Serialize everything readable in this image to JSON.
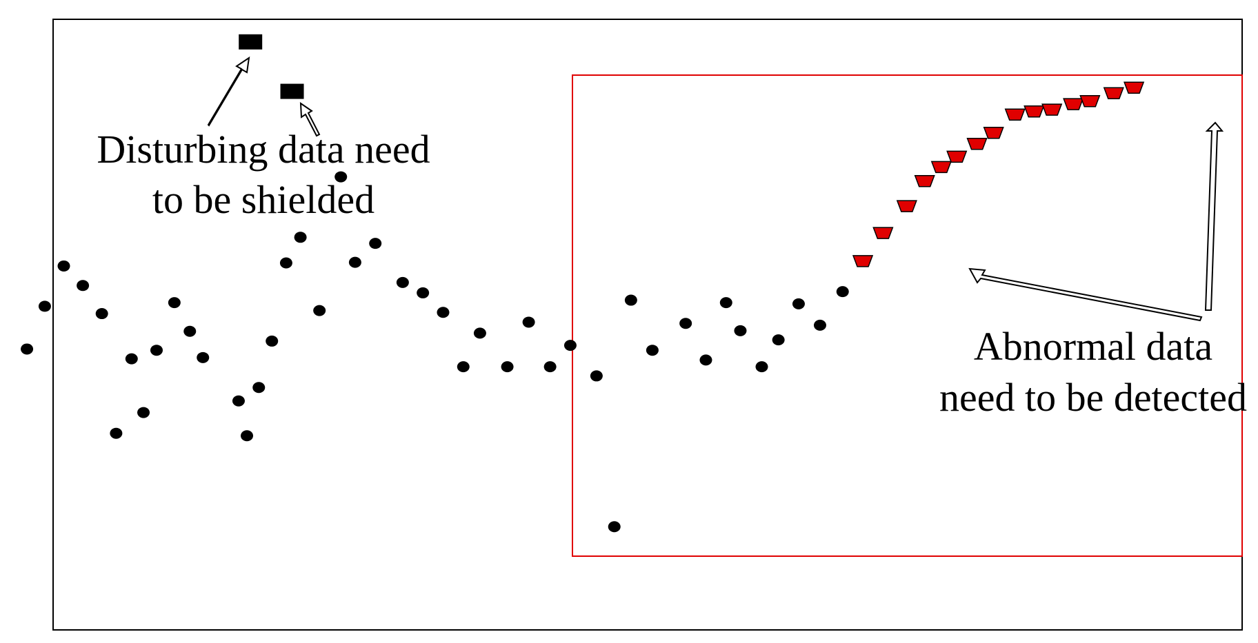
{
  "chart_data": {
    "type": "scatter",
    "title": "",
    "xlabel": "",
    "ylabel": "",
    "xlim": [
      0,
      100
    ],
    "ylim": [
      0,
      100
    ],
    "grid": false,
    "colors": {
      "normal": "#000000",
      "disturbing": "#000000",
      "abnormal": "#e00000",
      "region": "#e00000",
      "arrow_fill": "#ffffff"
    },
    "series": [
      {
        "marker": "circle",
        "points": [
          [
            -2.2,
            46
          ],
          [
            -0.7,
            53
          ],
          [
            0.9,
            59.6
          ],
          [
            2.5,
            56.4
          ],
          [
            4.1,
            51.8
          ],
          [
            5.3,
            32.2
          ],
          [
            6.6,
            44.4
          ],
          [
            7.6,
            35.6
          ],
          [
            8.7,
            45.8
          ],
          [
            10.2,
            53.6
          ],
          [
            11.5,
            48.9
          ],
          [
            12.6,
            44.6
          ],
          [
            15.6,
            37.5
          ],
          [
            16.3,
            31.8
          ],
          [
            17.3,
            39.7
          ],
          [
            18.4,
            47.3
          ],
          [
            19.6,
            60.1
          ],
          [
            20.8,
            64.3
          ],
          [
            22.4,
            52.3
          ],
          [
            24.2,
            74.2
          ],
          [
            25.4,
            60.2
          ],
          [
            27.1,
            63.3
          ],
          [
            29.4,
            56.9
          ],
          [
            31.1,
            55.2
          ],
          [
            32.8,
            52
          ],
          [
            34.5,
            43.1
          ],
          [
            35.9,
            48.6
          ],
          [
            38.2,
            43.1
          ],
          [
            40,
            50.4
          ],
          [
            41.8,
            43.1
          ],
          [
            43.5,
            46.6
          ],
          [
            45.7,
            41.6
          ],
          [
            47.2,
            16.9
          ],
          [
            48.6,
            54
          ],
          [
            50.4,
            45.8
          ],
          [
            53.2,
            50.2
          ],
          [
            54.9,
            44.2
          ],
          [
            56.6,
            53.6
          ],
          [
            57.8,
            49
          ],
          [
            59.6,
            43.1
          ],
          [
            61,
            47.5
          ],
          [
            62.7,
            53.4
          ],
          [
            64.5,
            49.9
          ],
          [
            66.4,
            55.4
          ]
        ]
      },
      {
        "marker": "rect",
        "points": [
          [
            16.6,
            96.3
          ],
          [
            20.1,
            88.2
          ]
        ]
      },
      {
        "marker": "trapezoid",
        "points": [
          [
            68.1,
            60.4
          ],
          [
            69.8,
            65
          ],
          [
            71.8,
            69.4
          ],
          [
            73.3,
            73.5
          ],
          [
            74.7,
            75.8
          ],
          [
            76,
            77.5
          ],
          [
            77.7,
            79.6
          ],
          [
            79.1,
            81.4
          ],
          [
            80.9,
            84.4
          ],
          [
            82.5,
            84.9
          ],
          [
            84,
            85.2
          ],
          [
            85.8,
            86.1
          ],
          [
            87.2,
            86.6
          ],
          [
            89.2,
            87.9
          ],
          [
            90.9,
            88.8
          ]
        ]
      }
    ],
    "annotations": [
      {
        "lines": [
          "Disturbing data need",
          "to be shielded"
        ]
      },
      {
        "lines": [
          "Abnormal data",
          "need to be detected"
        ]
      }
    ]
  }
}
